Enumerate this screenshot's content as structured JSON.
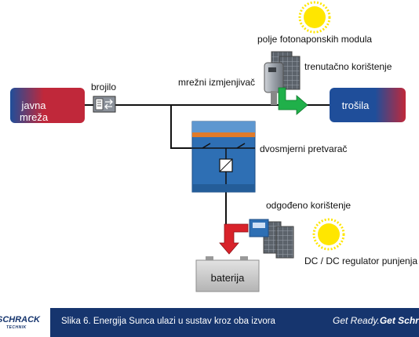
{
  "labels": {
    "grid": "javna mreža",
    "meter": "brojilo",
    "pv_field": "polje fotonaponskih modula",
    "immediate_use": "trenutačno korištenje",
    "grid_inverter": "mrežni izmjenjivač",
    "loads": "trošila",
    "bidirectional_converter": "dvosmjerni pretvarač",
    "delayed_use": "odgođeno korištenje",
    "dc_regulator": "DC / DC regulator punjenja",
    "battery": "baterija"
  },
  "footer": {
    "logo": "SCHRACK",
    "logo_sub": "TECHNIK",
    "caption": "Slika 6. Energija Sunca ulazi u sustav kroz oba izvora",
    "tagline_regular": "Get Ready.",
    "tagline_bold": "Get Schrack"
  },
  "colors": {
    "grid_box": "#c0283a",
    "loads_box": "#1f4e9a",
    "converter": "#2e6fb4",
    "converter_stripe": "#e07b2a",
    "green_arrow": "#20b04a",
    "red_arrow": "#d8222a",
    "sun": "#ffe600",
    "footer": "#16356e",
    "battery": "#c9c9c9"
  }
}
